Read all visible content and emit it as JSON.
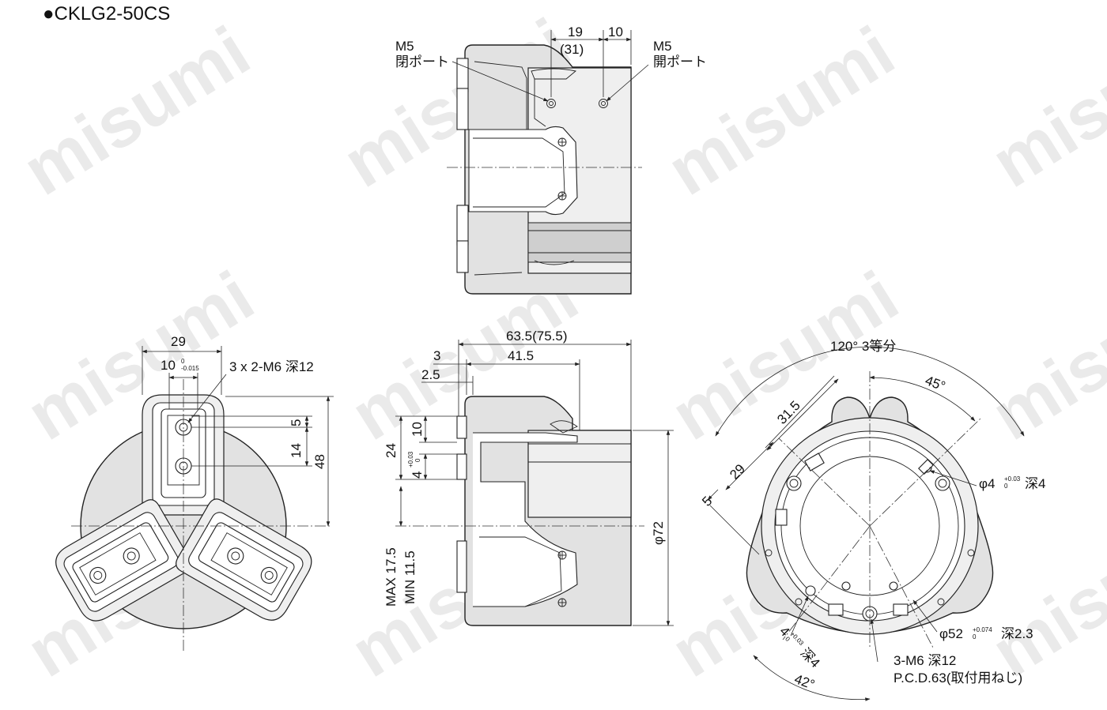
{
  "title": "●CKLG2-50CS",
  "watermark": "misumi",
  "top_view": {
    "dim_19": "19",
    "dim_31": "(31)",
    "dim_10": "10",
    "left_port": {
      "thread": "M5",
      "label": "閉ポート"
    },
    "right_port": {
      "thread": "M5",
      "label": "開ポート"
    }
  },
  "front_view": {
    "dim_29": "29",
    "dim_10_tol": "10",
    "tol_upper": "0",
    "tol_lower": "-0.015",
    "hole_callout": "3 x 2-M6 深12",
    "dim_5": "5",
    "dim_14": "14",
    "dim_48": "48"
  },
  "side_view": {
    "dim_length": "63.5(75.5)",
    "dim_3": "3",
    "dim_41_5": "41.5",
    "dim_2_5": "2.5",
    "dim_10": "10",
    "dim_24": "24",
    "dim_4": "4",
    "tol_upper": "+0.03",
    "tol_lower": "0",
    "stroke_max": "MAX 17.5",
    "stroke_min": "MIN 11.5",
    "dia_72": "φ72"
  },
  "bottom_view": {
    "angle_note": "120° 3等分",
    "angle_45": "45°",
    "angle_42": "42°",
    "dim_31_5": "31.5",
    "dim_29": "29",
    "dim_5": "5",
    "pin_top": {
      "dia": "φ4",
      "tol_upper": "+0.03",
      "tol_lower": "0",
      "depth": "深4"
    },
    "recess": {
      "dia": "φ52",
      "tol_upper": "+0.074",
      "tol_lower": "0",
      "depth": "深2.3"
    },
    "pin_bottom": {
      "dia": "4",
      "tol_upper": "+0.03",
      "tol_lower": "0",
      "depth": "深4"
    },
    "mount": {
      "thread": "3-M6 深12",
      "pcd": "P.C.D.63(取付用ねじ)"
    }
  }
}
